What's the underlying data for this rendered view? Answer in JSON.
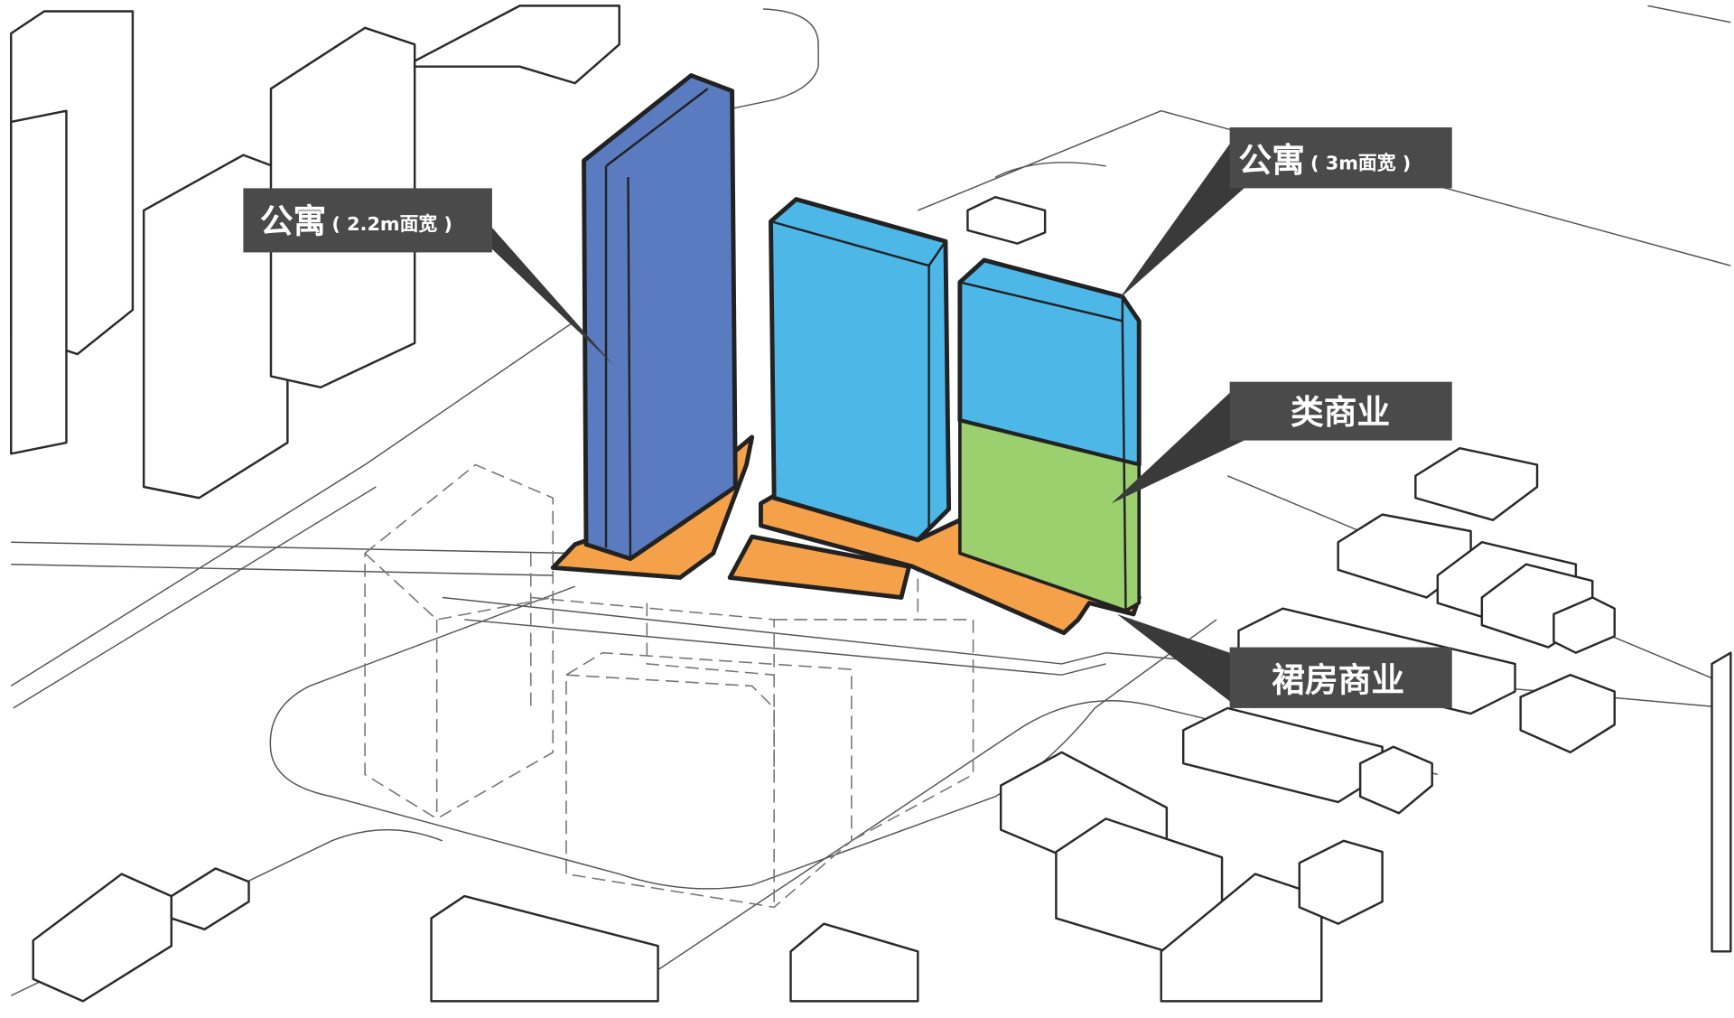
{
  "labels": {
    "apartment_22": {
      "main": "公寓",
      "sub": "( 2.2m面宽 )"
    },
    "apartment_3": {
      "main": "公寓",
      "sub": "( 3m面宽 )"
    },
    "quasi_commercial": {
      "main": "类商业"
    },
    "podium_commercial": {
      "main": "裙房商业"
    }
  },
  "colors": {
    "apartment_22": "#5b7bc0",
    "apartment_3": "#4db8e8",
    "quasi_commercial": "#9ccf6e",
    "podium_commercial": "#f5a14a",
    "label_bg": "#4a4a4a"
  }
}
